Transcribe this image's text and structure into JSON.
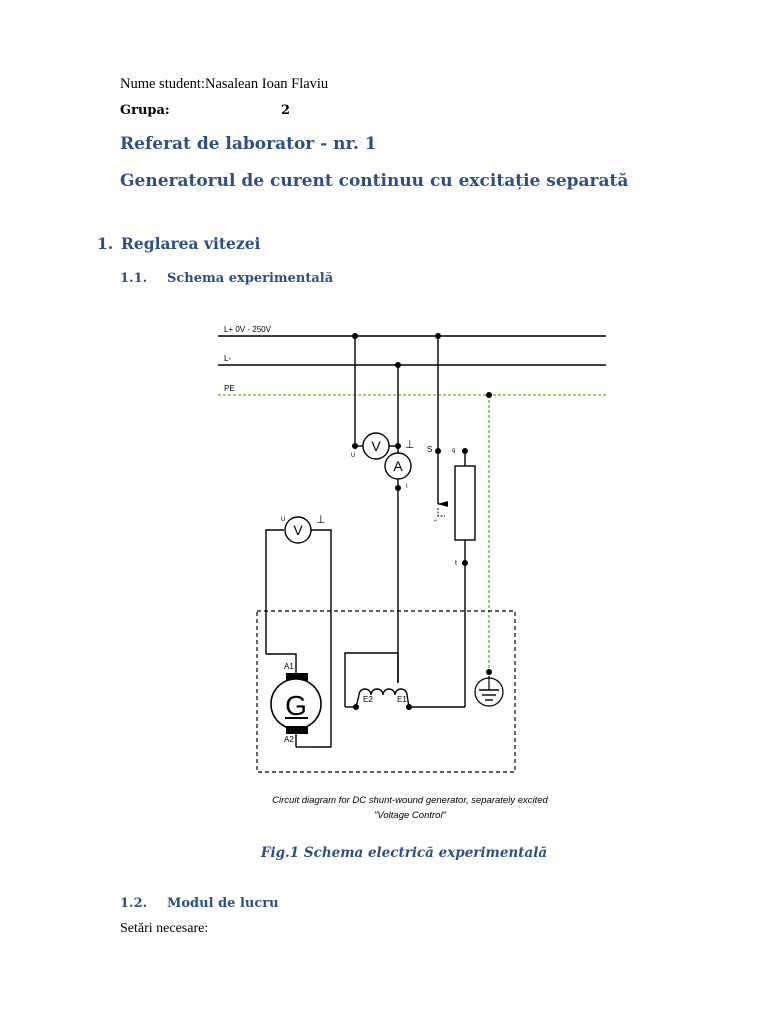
{
  "header": {
    "student_line": "Nume student:Nasalean Ioan Flaviu",
    "group_label": "Grupa:",
    "group_value": "2"
  },
  "titles": {
    "report": "Referat de laborator - nr. 1",
    "subject": "Generatorul de curent continuu cu excitație separată"
  },
  "section1": {
    "number": "1.",
    "title": "Reglarea vitezei"
  },
  "section1_1": {
    "number": "1.1.",
    "title": "Schema experimentală"
  },
  "figure": {
    "line_labels": {
      "lplus": "L+ 0V - 250V",
      "lminus": "L-",
      "pe": "PE"
    },
    "meter_voltmeter_top": "V",
    "meter_ammeter": "A",
    "meter_voltmeter_left": "V",
    "generator": "G",
    "terminals": {
      "u_top": "U",
      "i_top": "I",
      "u_left": "U",
      "s": "S",
      "q": "q",
      "t": "t",
      "a1": "A1",
      "a2": "A2",
      "e2": "E2",
      "e1": "E1",
      "ground_mark": "⊥"
    },
    "diagram_caption_line1": "Circuit diagram for DC shunt-wound generator, separately excited",
    "diagram_caption_line2": "\"Voltage Control\"",
    "caption": "Fig.1 Schema electrică experimentală",
    "colors": {
      "pe_line": "#7dc242",
      "wire": "#000000"
    }
  },
  "section1_2": {
    "number": "1.2.",
    "title": "Modul de lucru"
  },
  "body": {
    "settings": "Setări necesare:"
  }
}
